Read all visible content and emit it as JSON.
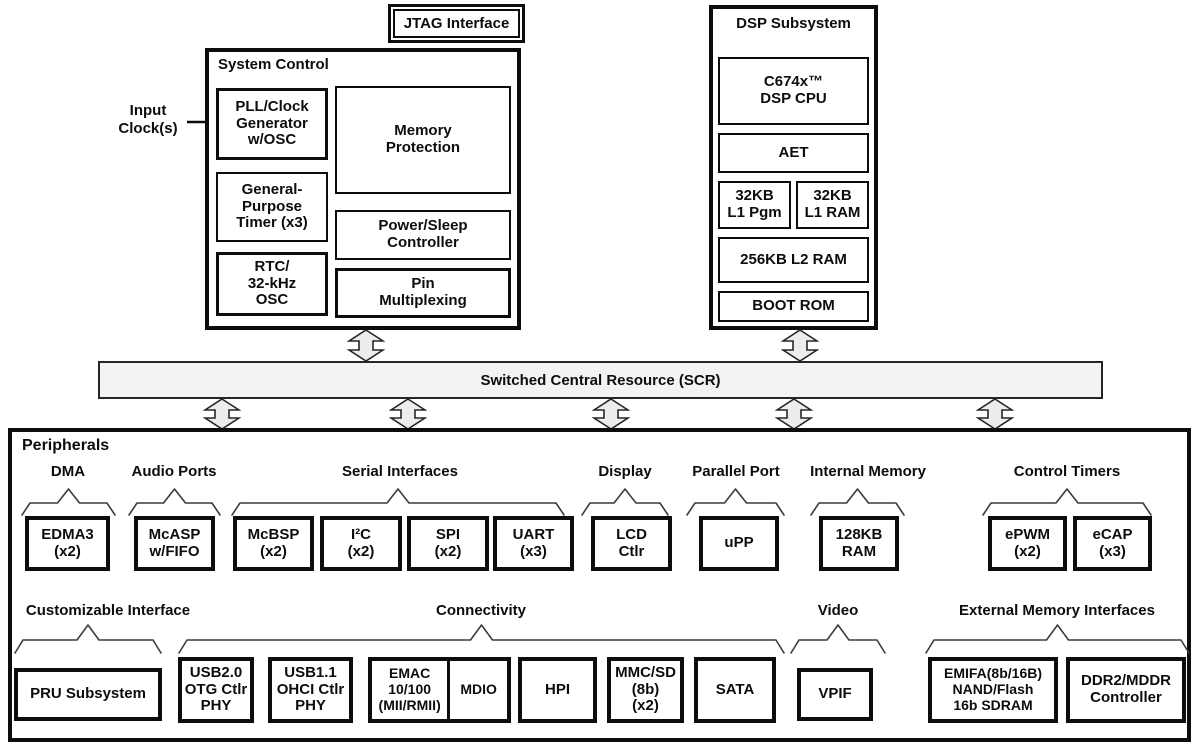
{
  "input_clock": {
    "label": "Input\nClock(s)"
  },
  "jtag": {
    "label": "JTAG Interface"
  },
  "system_control": {
    "title": "System Control",
    "pll": "PLL/Clock\nGenerator\nw/OSC",
    "gp_timer": "General-\nPurpose\nTimer (x3)",
    "rtc": "RTC/\n32-kHz\nOSC",
    "memory_protection": "Memory\nProtection",
    "power_sleep": "Power/Sleep\nController",
    "pin_mux": "Pin\nMultiplexing"
  },
  "dsp_subsystem": {
    "title": "DSP Subsystem",
    "cpu": "C674x™\nDSP CPU",
    "aet": "AET",
    "l1_pgm": "32KB\nL1 Pgm",
    "l1_ram": "32KB\nL1 RAM",
    "l2_ram": "256KB L2 RAM",
    "boot_rom": "BOOT ROM"
  },
  "scr": {
    "label": "Switched Central Resource (SCR)"
  },
  "peripherals": {
    "title": "Peripherals",
    "groups": {
      "dma": "DMA",
      "audio_ports": "Audio Ports",
      "serial": "Serial Interfaces",
      "display": "Display",
      "parallel_port": "Parallel Port",
      "internal_memory": "Internal Memory",
      "control_timers": "Control Timers",
      "customizable": "Customizable Interface",
      "connectivity": "Connectivity",
      "video": "Video",
      "ext_memory": "External Memory Interfaces"
    },
    "blocks": {
      "edma3": "EDMA3\n(x2)",
      "mcasp": "McASP\nw/FIFO",
      "mcbsp": "McBSP\n(x2)",
      "i2c": "I²C\n(x2)",
      "spi": "SPI\n(x2)",
      "uart": "UART\n(x3)",
      "lcd": "LCD\nCtlr",
      "upp": "uPP",
      "ram128": "128KB\nRAM",
      "epwm": "ePWM\n(x2)",
      "ecap": "eCAP\n(x3)",
      "pru": "PRU Subsystem",
      "usb20": "USB2.0\nOTG Ctlr\nPHY",
      "usb11": "USB1.1\nOHCI Ctlr\nPHY",
      "emac": "EMAC\n10/100\n(MII/RMII)",
      "mdio": "MDIO",
      "hpi": "HPI",
      "mmcsd": "MMC/SD\n(8b)\n(x2)",
      "sata": "SATA",
      "vpif": "VPIF",
      "emifa": "EMIFA(8b/16B)\nNAND/Flash\n16b SDRAM",
      "ddr2": "DDR2/MDDR\nController"
    }
  },
  "colors": {
    "bus_fill": "#ededed",
    "scr_fill": "#f3f3f3",
    "line": "#0d0d0d"
  }
}
